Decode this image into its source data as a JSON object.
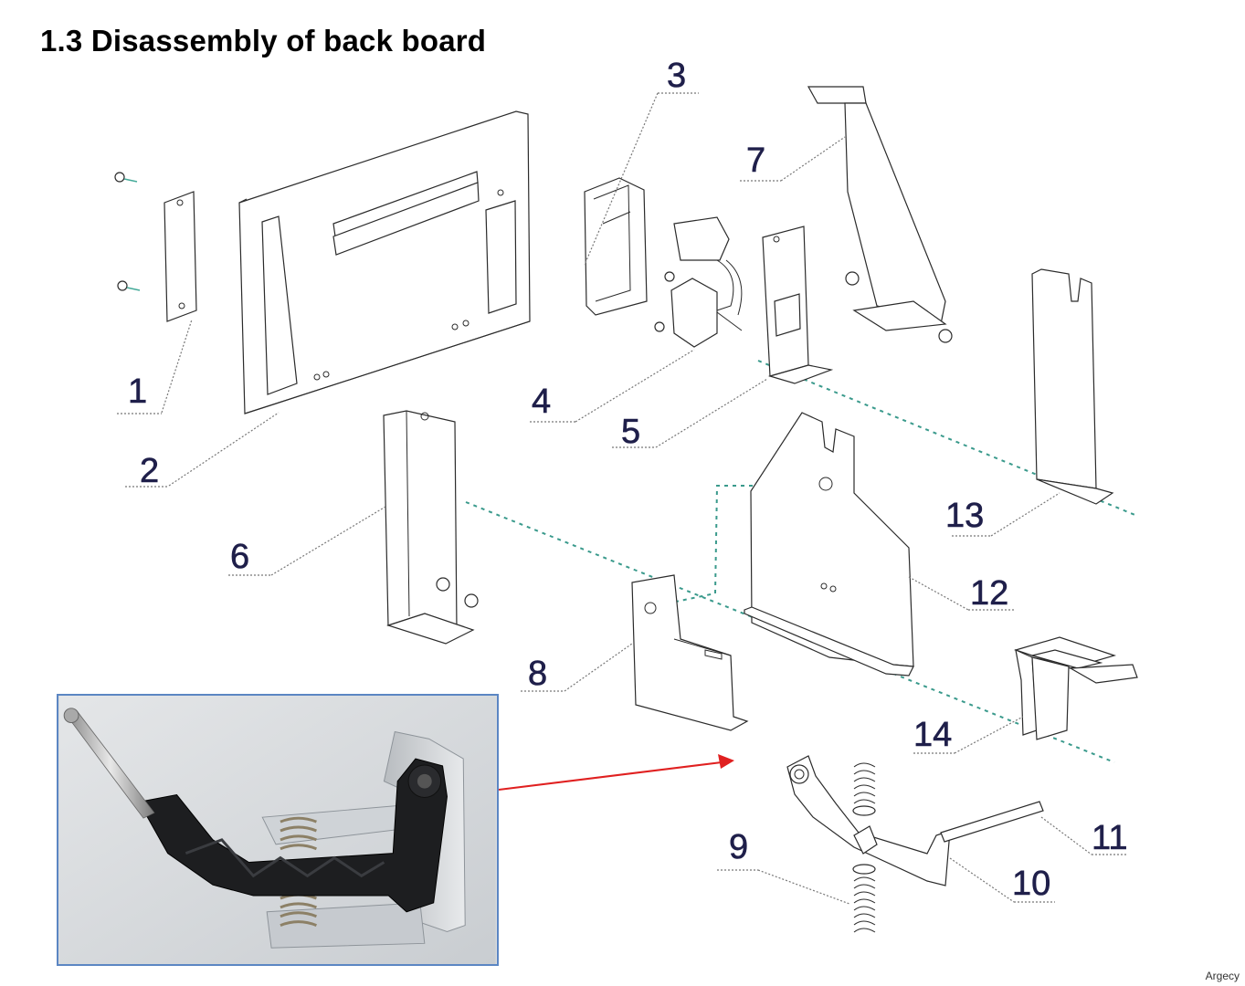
{
  "title": "1.3 Disassembly of back board",
  "watermark": "Argecy",
  "callouts": {
    "p1": "1",
    "p2": "2",
    "p3": "3",
    "p4": "4",
    "p5": "5",
    "p6": "6",
    "p7": "7",
    "p8": "8",
    "p9": "9",
    "p10": "10",
    "p11": "11",
    "p12": "12",
    "p13": "13",
    "p14": "14"
  },
  "colors": {
    "arrow": "#e02020",
    "axis": "#3a9a8c",
    "photo_border": "#5b86c3",
    "callout_text": "#1f1f4a"
  }
}
